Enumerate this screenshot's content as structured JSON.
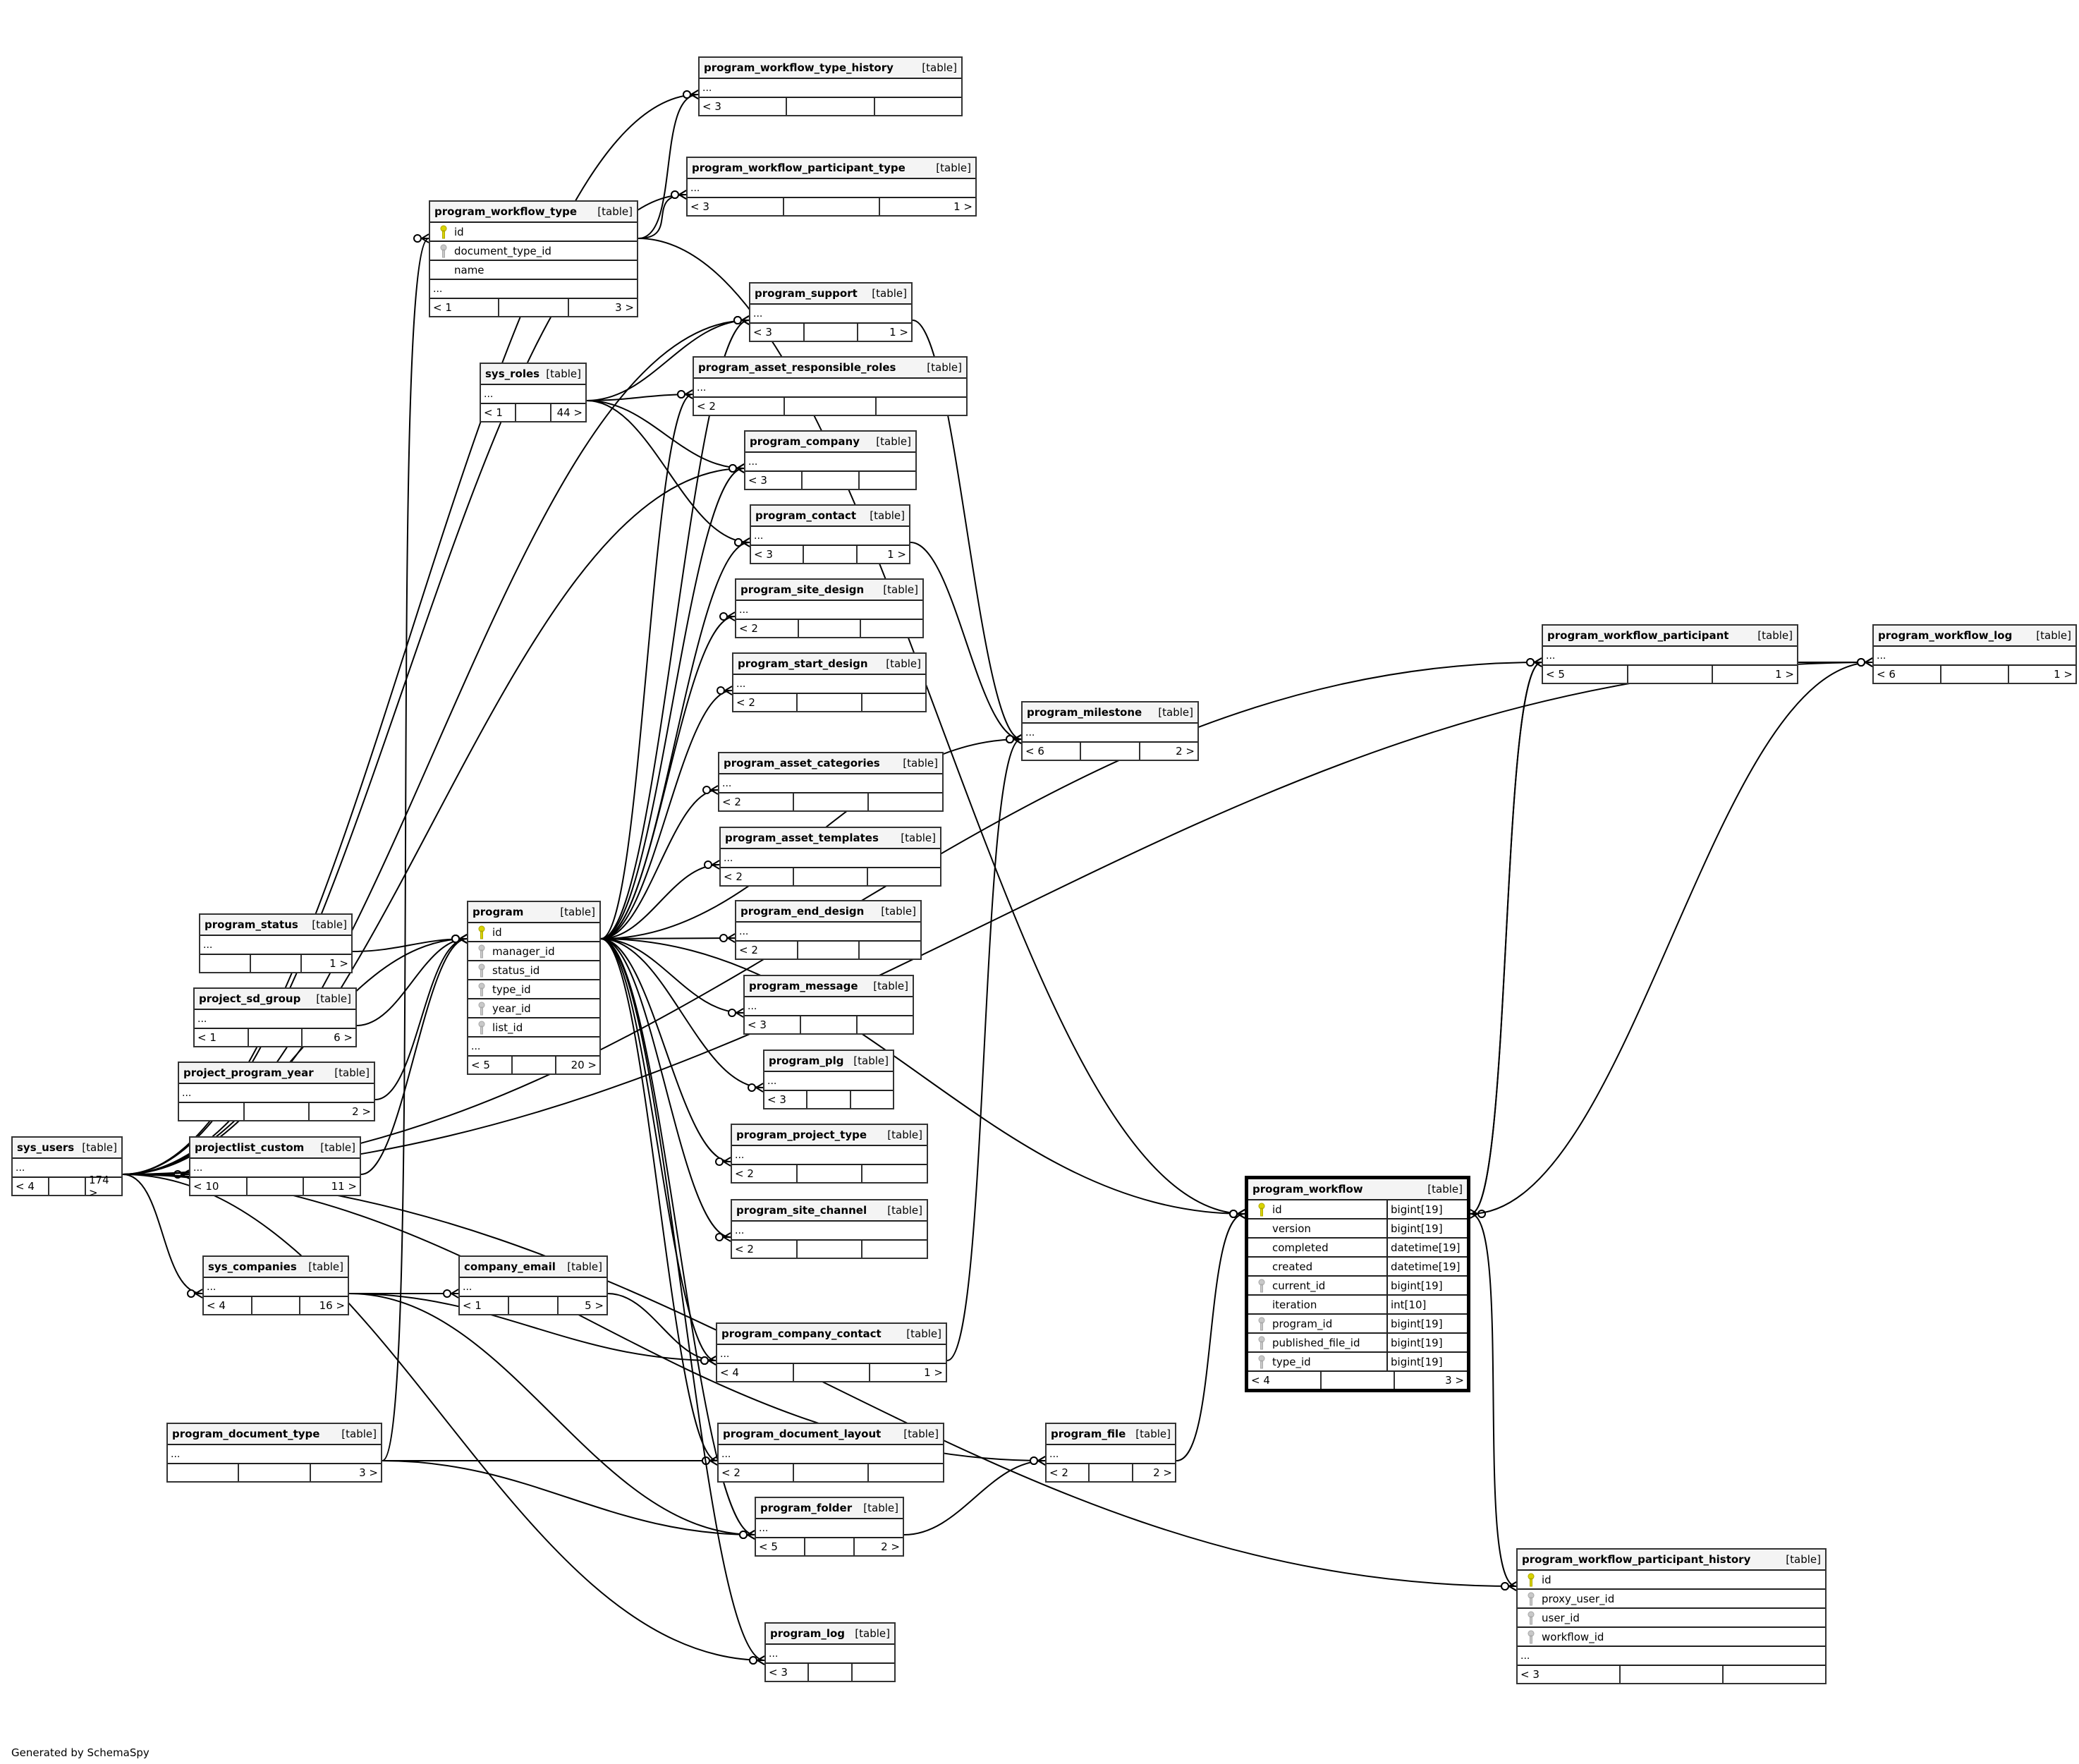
{
  "diagram": {
    "generator_note": "Generated by SchemaSpy",
    "kind_label": "[table]",
    "tables": [
      {
        "id": "program_workflow_type_history",
        "name": "program_workflow_type_history",
        "columns": [],
        "has_more": true,
        "parents": "< 3",
        "children": ""
      },
      {
        "id": "program_workflow_participant_type",
        "name": "program_workflow_participant_type",
        "columns": [],
        "has_more": true,
        "parents": "< 3",
        "children": "1 >"
      },
      {
        "id": "program_workflow_type",
        "name": "program_workflow_type",
        "columns": [
          {
            "name": "id",
            "key": "pk"
          },
          {
            "name": "document_type_id",
            "key": "fk"
          },
          {
            "name": "name",
            "key": ""
          }
        ],
        "has_more": true,
        "parents": "< 1",
        "children": "3 >"
      },
      {
        "id": "program_support",
        "name": "program_support",
        "columns": [],
        "has_more": true,
        "parents": "< 3",
        "children": "1 >"
      },
      {
        "id": "sys_roles",
        "name": "sys_roles",
        "columns": [],
        "has_more": true,
        "parents": "< 1",
        "children": "44 >"
      },
      {
        "id": "program_asset_responsible_roles",
        "name": "program_asset_responsible_roles",
        "columns": [],
        "has_more": true,
        "parents": "< 2",
        "children": ""
      },
      {
        "id": "program_company",
        "name": "program_company",
        "columns": [],
        "has_more": true,
        "parents": "< 3",
        "children": ""
      },
      {
        "id": "program_contact",
        "name": "program_contact",
        "columns": [],
        "has_more": true,
        "parents": "< 3",
        "children": "1 >"
      },
      {
        "id": "program_site_design",
        "name": "program_site_design",
        "columns": [],
        "has_more": true,
        "parents": "< 2",
        "children": ""
      },
      {
        "id": "program_start_design",
        "name": "program_start_design",
        "columns": [],
        "has_more": true,
        "parents": "< 2",
        "children": ""
      },
      {
        "id": "program_milestone",
        "name": "program_milestone",
        "columns": [],
        "has_more": true,
        "parents": "< 6",
        "children": "2 >"
      },
      {
        "id": "program_asset_categories",
        "name": "program_asset_categories",
        "columns": [],
        "has_more": true,
        "parents": "< 2",
        "children": ""
      },
      {
        "id": "program_asset_templates",
        "name": "program_asset_templates",
        "columns": [],
        "has_more": true,
        "parents": "< 2",
        "children": ""
      },
      {
        "id": "program_end_design",
        "name": "program_end_design",
        "columns": [],
        "has_more": true,
        "parents": "< 2",
        "children": ""
      },
      {
        "id": "program_message",
        "name": "program_message",
        "columns": [],
        "has_more": true,
        "parents": "< 3",
        "children": ""
      },
      {
        "id": "program_plg",
        "name": "program_plg",
        "columns": [],
        "has_more": true,
        "parents": "< 3",
        "children": ""
      },
      {
        "id": "program_project_type",
        "name": "program_project_type",
        "columns": [],
        "has_more": true,
        "parents": "< 2",
        "children": ""
      },
      {
        "id": "program_site_channel",
        "name": "program_site_channel",
        "columns": [],
        "has_more": true,
        "parents": "< 2",
        "children": ""
      },
      {
        "id": "program_status",
        "name": "program_status",
        "columns": [],
        "has_more": true,
        "parents": "",
        "children": "1 >"
      },
      {
        "id": "project_sd_group",
        "name": "project_sd_group",
        "columns": [],
        "has_more": true,
        "parents": "< 1",
        "children": "6 >"
      },
      {
        "id": "project_program_year",
        "name": "project_program_year",
        "columns": [],
        "has_more": true,
        "parents": "",
        "children": "2 >"
      },
      {
        "id": "projectlist_custom",
        "name": "projectlist_custom",
        "columns": [],
        "has_more": true,
        "parents": "< 10",
        "children": "11 >"
      },
      {
        "id": "sys_users",
        "name": "sys_users",
        "columns": [],
        "has_more": true,
        "parents": "< 4",
        "children": "174 >"
      },
      {
        "id": "program",
        "name": "program",
        "columns": [
          {
            "name": "id",
            "key": "pk"
          },
          {
            "name": "manager_id",
            "key": "fk"
          },
          {
            "name": "status_id",
            "key": "fk"
          },
          {
            "name": "type_id",
            "key": "fk"
          },
          {
            "name": "year_id",
            "key": "fk"
          },
          {
            "name": "list_id",
            "key": "fk"
          }
        ],
        "has_more": true,
        "parents": "< 5",
        "children": "20 >"
      },
      {
        "id": "sys_companies",
        "name": "sys_companies",
        "columns": [],
        "has_more": true,
        "parents": "< 4",
        "children": "16 >"
      },
      {
        "id": "company_email",
        "name": "company_email",
        "columns": [],
        "has_more": true,
        "parents": "< 1",
        "children": "5 >"
      },
      {
        "id": "program_company_contact",
        "name": "program_company_contact",
        "columns": [],
        "has_more": true,
        "parents": "< 4",
        "children": "1 >"
      },
      {
        "id": "program_document_type",
        "name": "program_document_type",
        "columns": [],
        "has_more": true,
        "parents": "",
        "children": "3 >"
      },
      {
        "id": "program_document_layout",
        "name": "program_document_layout",
        "columns": [],
        "has_more": true,
        "parents": "< 2",
        "children": ""
      },
      {
        "id": "program_file",
        "name": "program_file",
        "columns": [],
        "has_more": true,
        "parents": "< 2",
        "children": "2 >"
      },
      {
        "id": "program_folder",
        "name": "program_folder",
        "columns": [],
        "has_more": true,
        "parents": "< 5",
        "children": "2 >"
      },
      {
        "id": "program_log",
        "name": "program_log",
        "columns": [],
        "has_more": true,
        "parents": "< 3",
        "children": ""
      },
      {
        "id": "program_workflow",
        "name": "program_workflow",
        "focus": true,
        "columns": [
          {
            "name": "id",
            "key": "pk",
            "type": "bigint[19]"
          },
          {
            "name": "version",
            "key": "",
            "type": "bigint[19]"
          },
          {
            "name": "completed",
            "key": "",
            "type": "datetime[19]"
          },
          {
            "name": "created",
            "key": "",
            "type": "datetime[19]"
          },
          {
            "name": "current_id",
            "key": "fk",
            "type": "bigint[19]"
          },
          {
            "name": "iteration",
            "key": "",
            "type": "int[10]"
          },
          {
            "name": "program_id",
            "key": "fk",
            "type": "bigint[19]"
          },
          {
            "name": "published_file_id",
            "key": "fk",
            "type": "bigint[19]"
          },
          {
            "name": "type_id",
            "key": "fk",
            "type": "bigint[19]"
          }
        ],
        "has_more": false,
        "parents": "< 4",
        "children": "3 >"
      },
      {
        "id": "program_workflow_participant",
        "name": "program_workflow_participant",
        "columns": [],
        "has_more": true,
        "parents": "< 5",
        "children": "1 >"
      },
      {
        "id": "program_workflow_log",
        "name": "program_workflow_log",
        "columns": [],
        "has_more": true,
        "parents": "< 6",
        "children": "1 >"
      },
      {
        "id": "program_workflow_participant_history",
        "name": "program_workflow_participant_history",
        "columns": [
          {
            "name": "id",
            "key": "pk"
          },
          {
            "name": "proxy_user_id",
            "key": "fk"
          },
          {
            "name": "user_id",
            "key": "fk"
          },
          {
            "name": "workflow_id",
            "key": "fk"
          }
        ],
        "has_more": true,
        "parents": "< 3",
        "children": ""
      }
    ],
    "relationships": [
      {
        "from": "sys_users",
        "to": "program_workflow_type_history"
      },
      {
        "from": "program_workflow_type",
        "to": "program_workflow_type_history"
      },
      {
        "from": "sys_users",
        "to": "program_workflow_participant_type"
      },
      {
        "from": "program_workflow_type",
        "to": "program_workflow_participant_type"
      },
      {
        "from": "program_document_type",
        "to": "program_workflow_type"
      },
      {
        "from": "sys_roles",
        "to": "program_support"
      },
      {
        "from": "sys_users",
        "to": "program_support"
      },
      {
        "from": "program",
        "to": "program_support"
      },
      {
        "from": "sys_roles",
        "to": "program_asset_responsible_roles"
      },
      {
        "from": "program",
        "to": "program_asset_responsible_roles"
      },
      {
        "from": "sys_roles",
        "to": "program_company"
      },
      {
        "from": "sys_users",
        "to": "program_company"
      },
      {
        "from": "program",
        "to": "program_company"
      },
      {
        "from": "sys_roles",
        "to": "program_contact"
      },
      {
        "from": "program",
        "to": "program_contact"
      },
      {
        "from": "program",
        "to": "program_site_design"
      },
      {
        "from": "program",
        "to": "program_start_design"
      },
      {
        "from": "program",
        "to": "program_milestone"
      },
      {
        "from": "program_support",
        "to": "program_milestone"
      },
      {
        "from": "program_contact",
        "to": "program_milestone"
      },
      {
        "from": "program_company_contact",
        "to": "program_milestone"
      },
      {
        "from": "program",
        "to": "program_asset_categories"
      },
      {
        "from": "program",
        "to": "program_asset_templates"
      },
      {
        "from": "program",
        "to": "program_end_design"
      },
      {
        "from": "program",
        "to": "program_message"
      },
      {
        "from": "program",
        "to": "program_plg"
      },
      {
        "from": "program",
        "to": "program_project_type"
      },
      {
        "from": "program",
        "to": "program_site_channel"
      },
      {
        "from": "sys_users",
        "to": "program"
      },
      {
        "from": "program_status",
        "to": "program"
      },
      {
        "from": "project_sd_group",
        "to": "program"
      },
      {
        "from": "project_program_year",
        "to": "program"
      },
      {
        "from": "projectlist_custom",
        "to": "program"
      },
      {
        "from": "sys_users",
        "to": "projectlist_custom"
      },
      {
        "from": "sys_users",
        "to": "sys_companies"
      },
      {
        "from": "sys_companies",
        "to": "company_email"
      },
      {
        "from": "sys_companies",
        "to": "program_company_contact"
      },
      {
        "from": "company_email",
        "to": "program_company_contact"
      },
      {
        "from": "program",
        "to": "program_company_contact"
      },
      {
        "from": "program_document_type",
        "to": "program_document_layout"
      },
      {
        "from": "program",
        "to": "program_document_layout"
      },
      {
        "from": "program_document_type",
        "to": "program_folder"
      },
      {
        "from": "sys_companies",
        "to": "program_folder"
      },
      {
        "from": "program",
        "to": "program_folder"
      },
      {
        "from": "program_folder",
        "to": "program_file"
      },
      {
        "from": "sys_users",
        "to": "program_file"
      },
      {
        "from": "sys_users",
        "to": "program_log"
      },
      {
        "from": "program",
        "to": "program_log"
      },
      {
        "from": "program_workflow_type",
        "to": "program_workflow"
      },
      {
        "from": "program",
        "to": "program_workflow"
      },
      {
        "from": "program_file",
        "to": "program_workflow"
      },
      {
        "from": "program_workflow_participant",
        "to": "program_workflow"
      },
      {
        "from": "program_workflow",
        "to": "program_workflow_participant"
      },
      {
        "from": "program_workflow",
        "to": "program_workflow_log"
      },
      {
        "from": "program_workflow",
        "to": "program_workflow_participant_history"
      },
      {
        "from": "program_workflow_participant",
        "to": "program_workflow_log"
      },
      {
        "from": "sys_users",
        "to": "program_workflow_participant"
      },
      {
        "from": "sys_users",
        "to": "program_workflow_log"
      },
      {
        "from": "sys_users",
        "to": "program_workflow_participant_history"
      }
    ]
  }
}
